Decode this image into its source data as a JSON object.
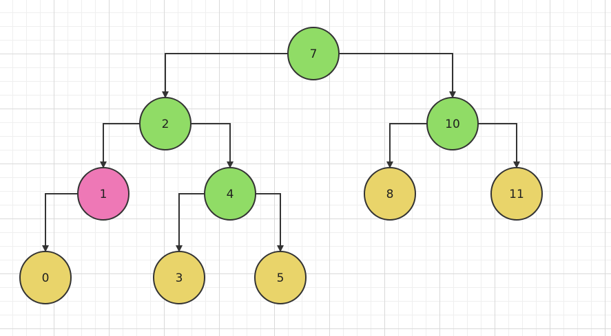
{
  "diagram": {
    "colors": {
      "green": "#90dc66",
      "pink": "#ee78b6",
      "yellow": "#e9d46a",
      "stroke": "#333333",
      "edge": "#333333"
    },
    "nodes": [
      {
        "id": "n7",
        "label": "7",
        "color": "green"
      },
      {
        "id": "n2",
        "label": "2",
        "color": "green"
      },
      {
        "id": "n10",
        "label": "10",
        "color": "green"
      },
      {
        "id": "n1",
        "label": "1",
        "color": "pink"
      },
      {
        "id": "n4",
        "label": "4",
        "color": "green"
      },
      {
        "id": "n8",
        "label": "8",
        "color": "yellow"
      },
      {
        "id": "n11",
        "label": "11",
        "color": "yellow"
      },
      {
        "id": "n0",
        "label": "0",
        "color": "yellow"
      },
      {
        "id": "n3",
        "label": "3",
        "color": "yellow"
      },
      {
        "id": "n5",
        "label": "5",
        "color": "yellow"
      }
    ],
    "edges": [
      {
        "from": "n7",
        "to": "n2"
      },
      {
        "from": "n7",
        "to": "n10"
      },
      {
        "from": "n2",
        "to": "n1"
      },
      {
        "from": "n2",
        "to": "n4"
      },
      {
        "from": "n10",
        "to": "n8"
      },
      {
        "from": "n10",
        "to": "n11"
      },
      {
        "from": "n1",
        "to": "n0"
      },
      {
        "from": "n4",
        "to": "n3"
      },
      {
        "from": "n4",
        "to": "n5"
      }
    ]
  }
}
